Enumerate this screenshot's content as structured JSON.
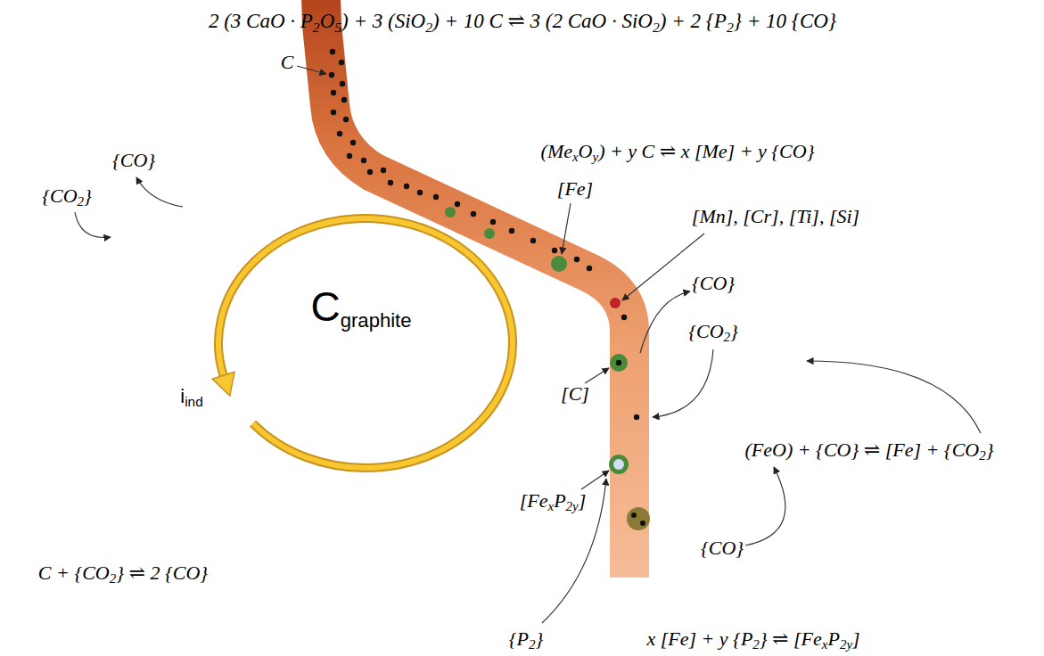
{
  "diagram": {
    "nodes": [
      {
        "text": [
          "Cgraphite",
          "iind"
        ]
      }
    ],
    "labels": [
      "2 (3 CaO · P2O5) + 3 (SiO2) + 10 C ⇌ 3 (2 CaO · SiO2) + 2 {P2} + 10 {CO}",
      "C",
      "(MexOy) + y C ⇌ x [Me] + y {CO}",
      "{CO}",
      "[Fe]",
      "{CO2}",
      "[Mn], [Cr], [Ti], [Si]",
      "{CO}",
      "{CO2}",
      "[C]",
      "(FeO) + {CO} ⇌ [Fe] + {CO2}",
      "[FexP2y]",
      "{CO}",
      "C + {CO2} ⇌ 2 {CO}",
      "{P2}",
      "x [Fe] + y {P2} ⇌ [FexP2y]"
    ]
  }
}
